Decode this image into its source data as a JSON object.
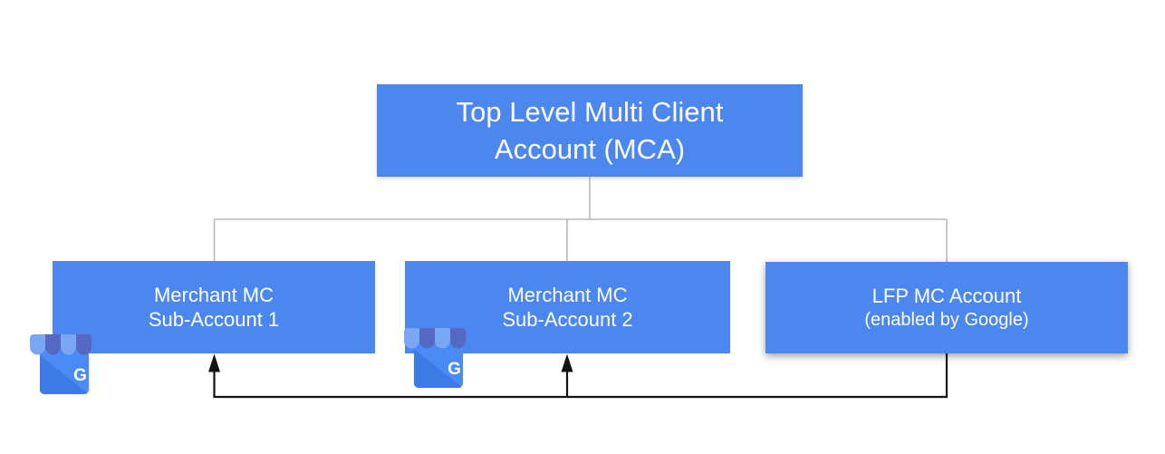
{
  "nodes": [
    {
      "line1": "Top Level Multi Client",
      "line2": "Account (MCA)"
    },
    {
      "line1": "Merchant MC",
      "line2": "Sub-Account 1"
    },
    {
      "line1": "Merchant MC",
      "line2": "Sub-Account 2"
    },
    {
      "line1": "LFP MC Account",
      "line2": "(enabled by Google)"
    }
  ],
  "icon": {
    "name": "google-business-storefront-icon",
    "badge_letter": "G"
  },
  "colors": {
    "node_fill": "#4c87f0",
    "node_text": "#ffffff",
    "tree_line": "#b9b9b9",
    "arrow_line": "#121212",
    "icon_body": "#4b8bf5",
    "icon_fold": "#3d7ae5",
    "icon_awning_light": "#7aa7f3",
    "icon_awning_dark": "#5568c2"
  }
}
